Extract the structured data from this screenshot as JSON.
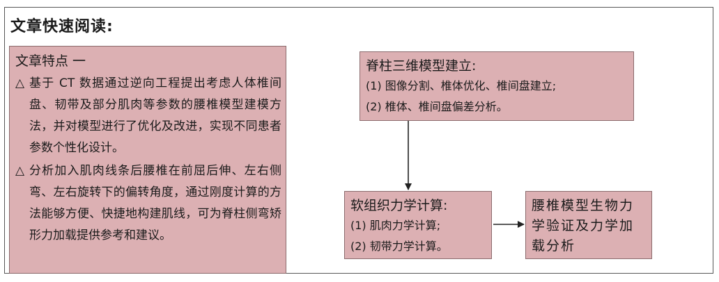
{
  "title": "文章快速阅读:",
  "features": {
    "heading": "文章特点 一",
    "bullet": "△",
    "items": [
      "基于 CT 数据通过逆向工程提出考虑人体椎间盘、韧带及部分肌肉等参数的腰椎模型建模方法，并对模型进行了优化及改进，实现不同患者参数个性化设计。",
      "分析加入肌肉线条后腰椎在前屈后伸、左右侧弯、左右旋转下的偏转角度，通过刚度计算的方法能够方便、快捷地构建肌线，可为脊柱侧弯矫形力加载提供参考和建议。"
    ]
  },
  "flow": {
    "spine_model": {
      "heading": "脊柱三维模型建立:",
      "lines": [
        "(1) 图像分割、椎体优化、椎间盘建立;",
        "(2) 椎体、椎间盘偏差分析。"
      ]
    },
    "soft_tissue": {
      "heading": "软组织力学计算:",
      "lines": [
        "(1) 肌肉力学计算;",
        "(2) 韧带力学计算。"
      ]
    },
    "final": {
      "text": "腰椎模型生物力学验证及力学加载分析"
    }
  },
  "colors": {
    "box_fill": "#dcb0b3",
    "box_border": "#8a6a6c",
    "arrow": "#222222"
  }
}
